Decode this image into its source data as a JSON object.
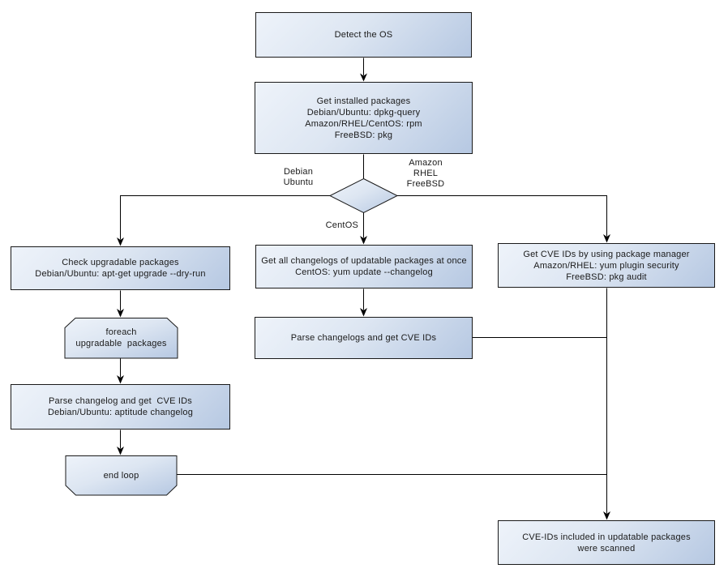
{
  "diagram": {
    "title_hidden": "",
    "colors": {
      "node_fill_light": "#eef3fa",
      "node_fill_dark": "#b6c8e2",
      "node_border": "#1a1a1a",
      "connector": "#000000",
      "text": "#1a1a1a",
      "background": "#ffffff"
    },
    "nodes": {
      "detect_os": {
        "lines": [
          "Detect the OS"
        ]
      },
      "get_installed_packages": {
        "lines": [
          "Get installed packages",
          "Debian/Ubuntu: dpkg-query",
          "Amazon/RHEL/CentOS: rpm",
          "FreeBSD: pkg"
        ]
      },
      "check_upgradable": {
        "lines": [
          "Check upgradable packages",
          "Debian/Ubuntu: apt-get upgrade --dry-run"
        ]
      },
      "get_all_changelogs": {
        "lines": [
          "Get all changelogs of updatable packages at once",
          "CentOS: yum update --changelog"
        ]
      },
      "get_cve_ids_pkg_manager": {
        "lines": [
          "Get CVE IDs by using package manager",
          "Amazon/RHEL: yum plugin security",
          "FreeBSD: pkg audit"
        ]
      },
      "foreach_loop": {
        "lines": [
          "foreach",
          "upgradable  packages"
        ]
      },
      "parse_changelogs": {
        "lines": [
          "Parse changelogs and get CVE IDs"
        ]
      },
      "parse_changelog_aptitude": {
        "lines": [
          "Parse changelog and get  CVE IDs",
          "Debian/Ubuntu: aptitude changelog"
        ]
      },
      "end_loop": {
        "lines": [
          "end loop"
        ]
      },
      "cve_ids_scanned": {
        "lines": [
          "CVE-IDs included in updatable packages",
          "were scanned"
        ]
      }
    },
    "edge_labels": {
      "debian_ubuntu": {
        "lines": [
          "Debian",
          "Ubuntu"
        ]
      },
      "amazon_rhel_freebsd": {
        "lines": [
          "Amazon",
          "RHEL",
          "FreeBSD"
        ]
      },
      "centos": "CentOS"
    }
  }
}
